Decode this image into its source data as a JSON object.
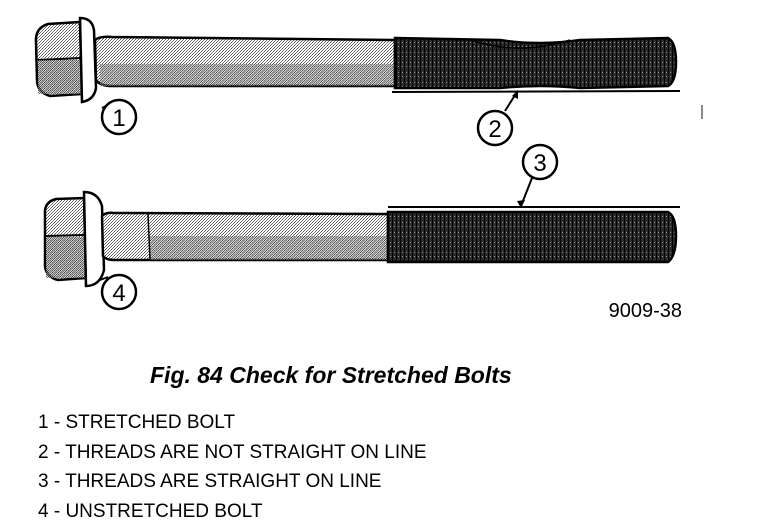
{
  "figure": {
    "code": "9009-38",
    "caption": "Fig. 84 Check for Stretched Bolts"
  },
  "callouts": [
    {
      "number": "1"
    },
    {
      "number": "2"
    },
    {
      "number": "3"
    },
    {
      "number": "4"
    }
  ],
  "legend": [
    "1 - STRETCHED BOLT",
    "2 - THREADS ARE NOT STRAIGHT ON LINE",
    "3 - THREADS ARE STRAIGHT ON LINE",
    "4 - UNSTRETCHED BOLT"
  ]
}
